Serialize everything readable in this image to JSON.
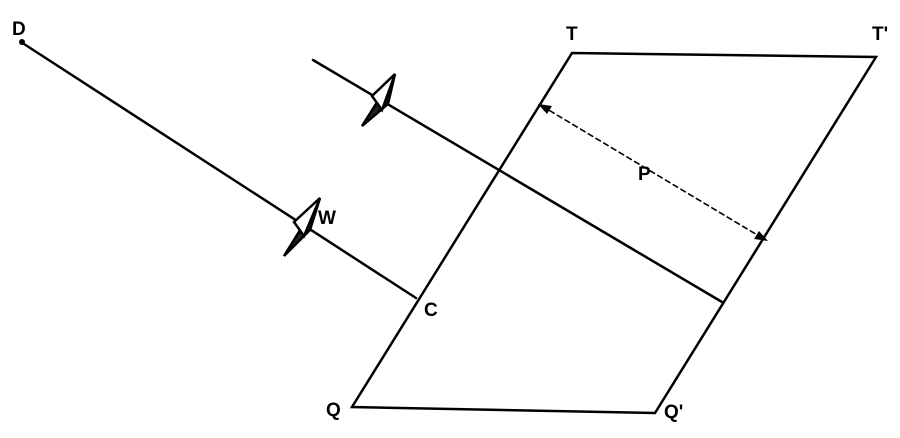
{
  "labels": {
    "d": "D",
    "t": "T",
    "t_prime": "T'",
    "p": "P",
    "w": "W",
    "c": "C",
    "q": "Q",
    "q_prime": "Q'"
  },
  "colors": {
    "ink": "#000000",
    "background": "#ffffff"
  }
}
